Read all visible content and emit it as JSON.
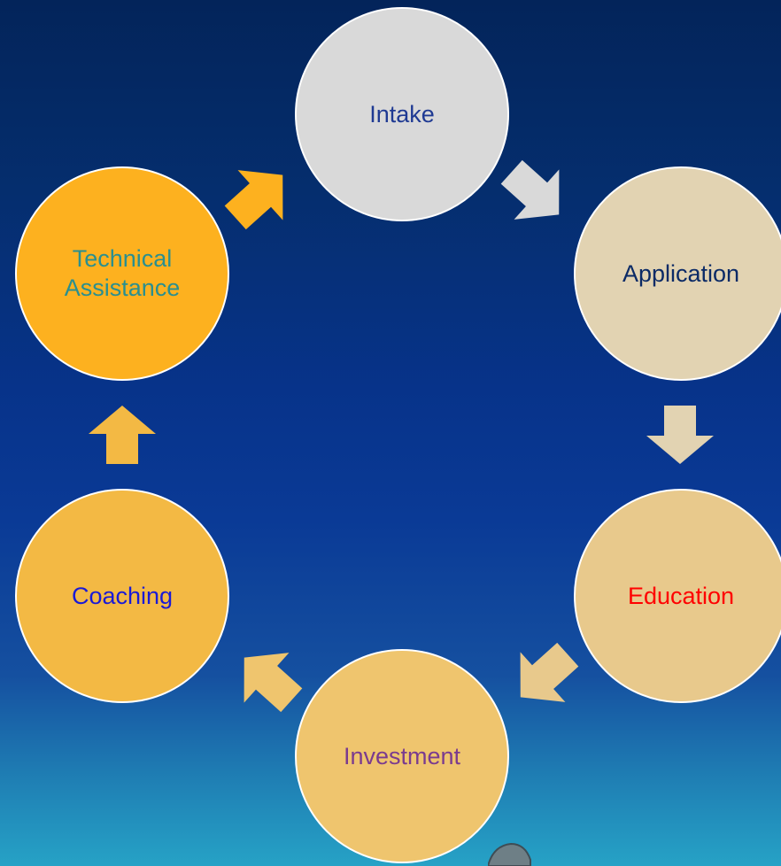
{
  "nodes": [
    {
      "id": "intake",
      "label": "Intake",
      "fill": "#d9d9d9",
      "text_color": "#1f3a93"
    },
    {
      "id": "application",
      "label": "Application",
      "fill": "#e2d3b2",
      "text_color": "#0b2a66"
    },
    {
      "id": "education",
      "label": "Education",
      "fill": "#e8c98c",
      "text_color": "#ff0000"
    },
    {
      "id": "investment",
      "label": "Investment",
      "fill": "#efc56e",
      "text_color": "#7a3b8f"
    },
    {
      "id": "coaching",
      "label": "Coaching",
      "fill": "#f3b944",
      "text_color": "#1a1ad6"
    },
    {
      "id": "technical",
      "label": "Technical\nAssistance",
      "fill": "#fdb11f",
      "text_color": "#2a8f8f"
    }
  ],
  "arrows": [
    {
      "from": "intake",
      "to": "application",
      "color": "#d9d9d9"
    },
    {
      "from": "application",
      "to": "education",
      "color": "#e2d3b2"
    },
    {
      "from": "education",
      "to": "investment",
      "color": "#e8c98c"
    },
    {
      "from": "investment",
      "to": "coaching",
      "color": "#efc56e"
    },
    {
      "from": "coaching",
      "to": "technical",
      "color": "#f3b944"
    },
    {
      "from": "technical",
      "to": "intake",
      "color": "#fdb11f"
    }
  ]
}
